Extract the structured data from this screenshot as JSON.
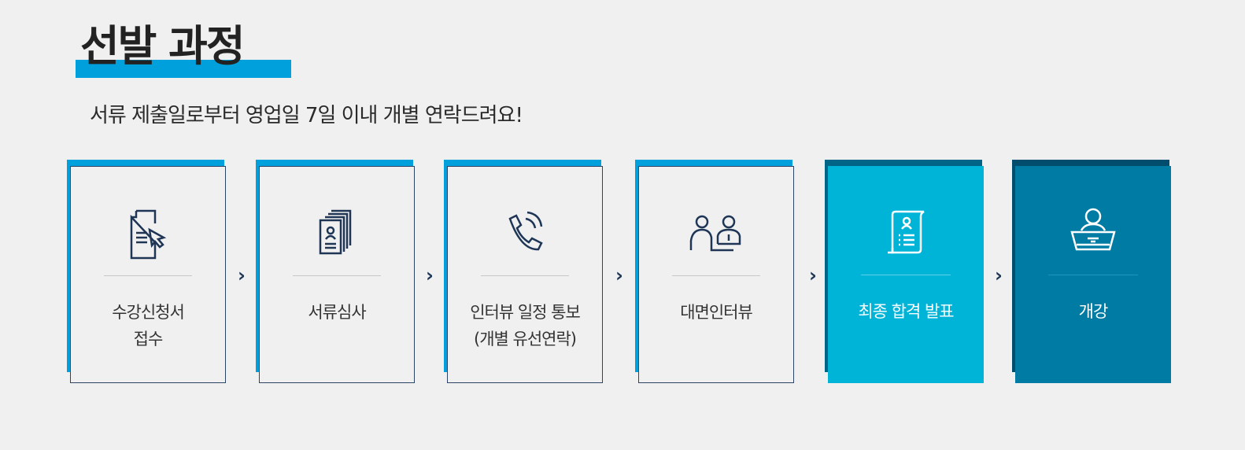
{
  "header": {
    "title": "선발 과정",
    "subtitle": "서류 제출일로부터 영업일 7일 이내 개별 연락드려요!"
  },
  "steps": [
    {
      "label_line1": "수강신청서",
      "label_line2": "접수",
      "icon": "document-cursor-icon"
    },
    {
      "label_line1": "서류심사",
      "label_line2": "",
      "icon": "resume-stack-icon"
    },
    {
      "label_line1": "인터뷰 일정 통보",
      "label_line2": "(개별 유선연락)",
      "icon": "phone-icon"
    },
    {
      "label_line1": "대면인터뷰",
      "label_line2": "",
      "icon": "interview-icon"
    },
    {
      "label_line1": "최종 합격 발표",
      "label_line2": "",
      "icon": "certificate-icon"
    },
    {
      "label_line1": "개강",
      "label_line2": "",
      "icon": "lecturer-icon"
    }
  ],
  "arrow": "›",
  "colors": {
    "accent": "#00a0dc",
    "navy": "#1e3556",
    "cyan": "#00b4d8",
    "teal": "#007aa3",
    "dark_teal": "#005a7a"
  }
}
